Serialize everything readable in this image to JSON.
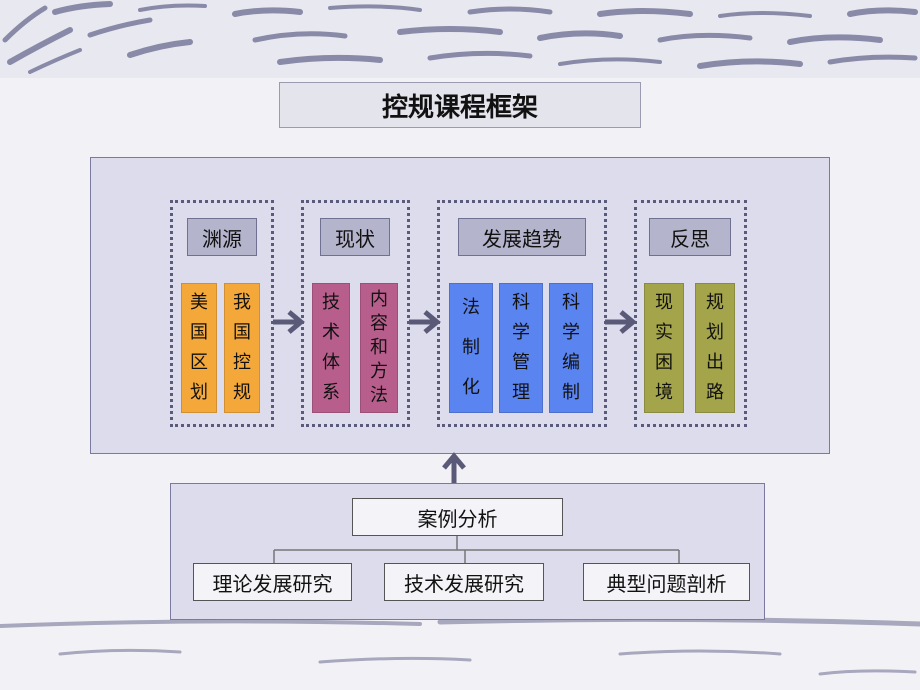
{
  "title": "控规课程框架",
  "groups": [
    {
      "label": "渊源",
      "boxes": [
        {
          "text": "美国区划",
          "color": "orange"
        },
        {
          "text": "我国控规",
          "color": "orange"
        }
      ]
    },
    {
      "label": "现状",
      "boxes": [
        {
          "text": "技术体系",
          "color": "pink"
        },
        {
          "text": "内容和方法",
          "color": "pink"
        }
      ]
    },
    {
      "label": "发展趋势",
      "boxes": [
        {
          "text": "法制化",
          "color": "blue"
        },
        {
          "text": "科学管理",
          "color": "blue"
        },
        {
          "text": "科学编制",
          "color": "blue"
        }
      ]
    },
    {
      "label": "反思",
      "boxes": [
        {
          "text": "现实困境",
          "color": "olive"
        },
        {
          "text": "规划出路",
          "color": "olive"
        }
      ]
    }
  ],
  "case": {
    "title": "案例分析",
    "items": [
      "理论发展研究",
      "技术发展研究",
      "典型问题剖析"
    ]
  },
  "colors": {
    "orange": "#f5a83a",
    "pink": "#b85e8c",
    "blue": "#5a84f0",
    "olive": "#a4a44a"
  }
}
